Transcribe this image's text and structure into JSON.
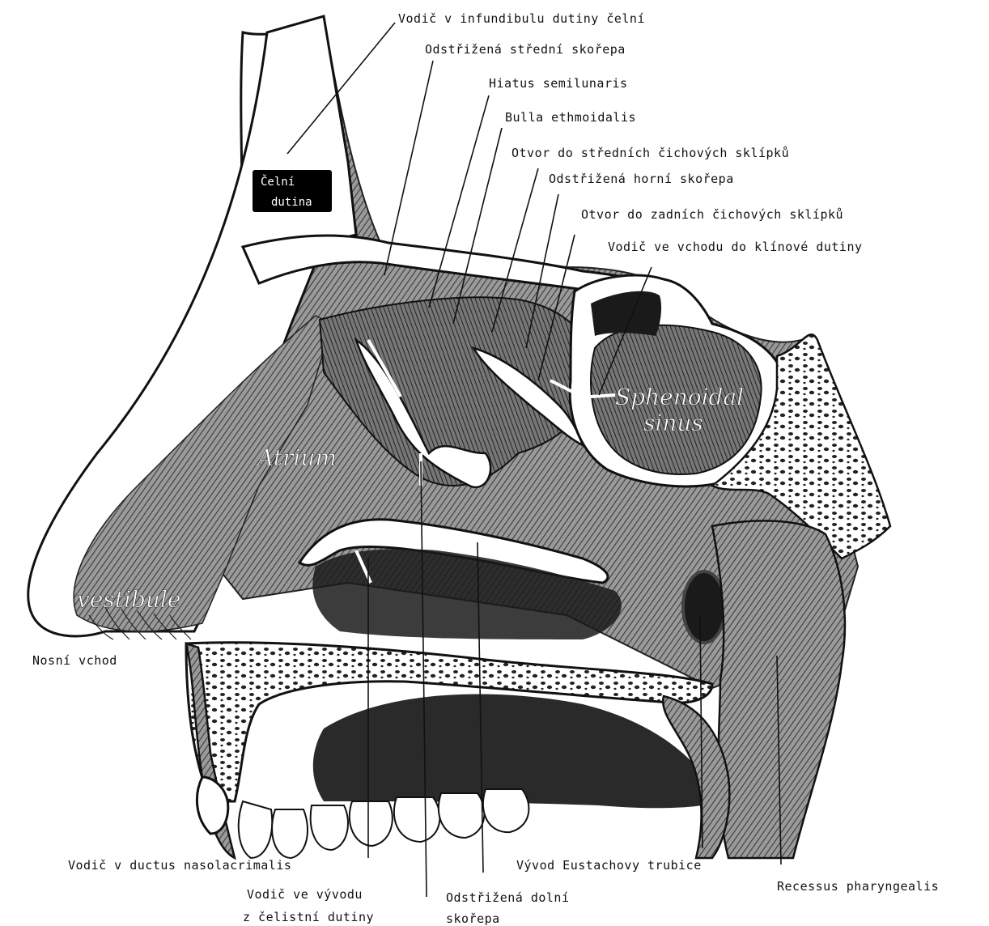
{
  "labels": {
    "vodic_infundibulum": "Vodič v infundibulu dutiny čelní",
    "odstrizena_stredni": "Odstřižená střední skořepa",
    "hiatus": "Hiatus semilunaris",
    "bulla": "Bulla ethmoidalis",
    "otvor_stredni": "Otvor do středních čichových sklípků",
    "odstrizena_horni": "Odstřižená horní skořepa",
    "otvor_zadni": "Otvor do zadních čichových sklípků",
    "vodic_klinova": "Vodič ve vchodu do klínové dutiny",
    "celni_dutina_1": "Čelní",
    "celni_dutina_2": "dutina",
    "sphenoidal_1": "Sphenoidal",
    "sphenoidal_2": "sinus",
    "atrium": "Atrium",
    "vestibule": "vestibule",
    "nosni_vchod": "Nosní vchod",
    "vodic_ductus": "Vodič v ductus nasolacrimalis",
    "vodic_vyvodu_1": "Vodič ve vývodu",
    "vodic_vyvodu_2": "z čelistní dutiny",
    "odstrizena_dolni_1": "Odstřižená dolní",
    "odstrizena_dolni_2": "skořepa",
    "vyvod_eustach": "Vývod Eustachovy trubice",
    "recessus": "Recessus pharyngealis"
  }
}
